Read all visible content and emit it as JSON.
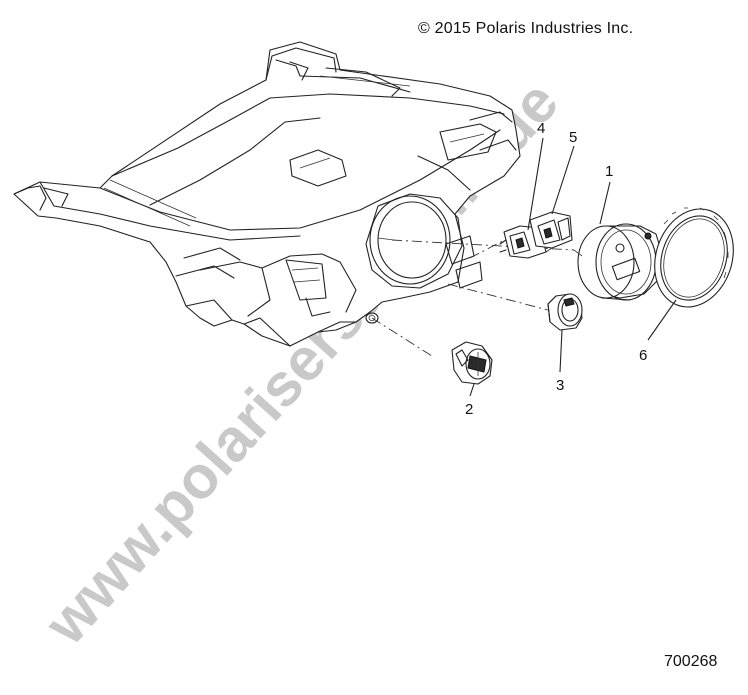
{
  "header": {
    "copyright": "© 2015 Polaris Industries Inc."
  },
  "footer": {
    "diagram_id": "700268"
  },
  "watermark": {
    "text": "www.polarisersatzteile.de",
    "color": "#c9c9c9"
  },
  "callouts": [
    {
      "id": "1",
      "label": "1"
    },
    {
      "id": "2",
      "label": "2"
    },
    {
      "id": "3",
      "label": "3"
    },
    {
      "id": "4",
      "label": "4"
    },
    {
      "id": "5",
      "label": "5"
    },
    {
      "id": "6",
      "label": "6"
    }
  ]
}
